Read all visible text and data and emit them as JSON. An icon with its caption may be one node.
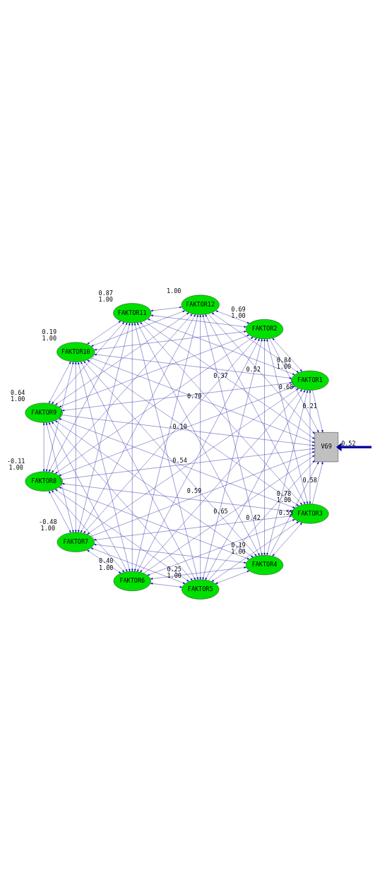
{
  "diagram": {
    "nodes": [
      {
        "text": [
          "FAKTOR1"
        ],
        "beside": [
          "0.84",
          "1.00"
        ]
      },
      {
        "text": [
          "FAKTOR2"
        ],
        "beside": [
          "0.69",
          "1.00"
        ]
      },
      {
        "text": [
          "FAKTOR3"
        ],
        "beside": [
          "0.78",
          "1.00"
        ]
      },
      {
        "text": [
          "FAKTOR4"
        ],
        "beside": [
          "0.19",
          "1.00"
        ]
      },
      {
        "text": [
          "FAKTOR5"
        ],
        "beside": [
          "0.25",
          "1.00"
        ]
      },
      {
        "text": [
          "FAKTOR6"
        ],
        "beside": [
          "0.40",
          "1.00"
        ]
      },
      {
        "text": [
          "FAKTOR7"
        ],
        "beside": [
          "-0.48",
          "1.00"
        ]
      },
      {
        "text": [
          "FAKTOR8"
        ],
        "beside": [
          "-0.11",
          "1.00"
        ]
      },
      {
        "text": [
          "FAKTOR9"
        ],
        "beside": [
          "0.64",
          "1.00"
        ]
      },
      {
        "text": [
          "FAKTOR10"
        ],
        "beside": [
          "0.19",
          "1.00"
        ]
      },
      {
        "text": [
          "FAKTOR11"
        ],
        "beside": [
          "0.87",
          "1.00"
        ]
      },
      {
        "text": [
          "FAKTOR12"
        ],
        "beside": [
          "1.00"
        ]
      },
      {
        "text": [
          "V69"
        ]
      }
    ],
    "edges": [
      {
        "from": null,
        "to": 12,
        "arrow": "to",
        "label": "0.52",
        "style": "thick"
      },
      {
        "from": 0,
        "to": 12,
        "arrow": "to",
        "label": "0.21"
      },
      {
        "from": 1,
        "to": 12,
        "arrow": "to",
        "label": "0.68"
      },
      {
        "from": 2,
        "to": 12,
        "arrow": "to",
        "label": "0.58"
      },
      {
        "from": 3,
        "to": 12,
        "arrow": "to",
        "label": "0.53"
      },
      {
        "from": 4,
        "to": 12,
        "arrow": "to",
        "label": "0.42"
      },
      {
        "from": 5,
        "to": 12,
        "arrow": "to",
        "label": "0.65"
      },
      {
        "from": 6,
        "to": 12,
        "arrow": "to",
        "label": "0.59"
      },
      {
        "from": 7,
        "to": 12,
        "arrow": "to",
        "label": "0.54"
      },
      {
        "from": 8,
        "to": 12,
        "arrow": "to",
        "label": "-0.10"
      },
      {
        "from": 9,
        "to": 12,
        "arrow": "to",
        "label": "0.70"
      },
      {
        "from": 10,
        "to": 12,
        "arrow": "to",
        "label": "0.37"
      },
      {
        "from": 11,
        "to": 12,
        "arrow": "to",
        "label": "0.52"
      },
      {
        "from": 0,
        "to": 1,
        "arrow": "both"
      },
      {
        "from": 0,
        "to": 2,
        "arrow": "both"
      },
      {
        "from": 0,
        "to": 3,
        "arrow": "both"
      },
      {
        "from": 0,
        "to": 4,
        "arrow": "both"
      },
      {
        "from": 0,
        "to": 5,
        "arrow": "both"
      },
      {
        "from": 0,
        "to": 6,
        "arrow": "both"
      },
      {
        "from": 0,
        "to": 7,
        "arrow": "both"
      },
      {
        "from": 0,
        "to": 8,
        "arrow": "both"
      },
      {
        "from": 0,
        "to": 9,
        "arrow": "both"
      },
      {
        "from": 0,
        "to": 10,
        "arrow": "both"
      },
      {
        "from": 0,
        "to": 11,
        "arrow": "both"
      },
      {
        "from": 1,
        "to": 2,
        "arrow": "both"
      },
      {
        "from": 1,
        "to": 3,
        "arrow": "both"
      },
      {
        "from": 1,
        "to": 4,
        "arrow": "both"
      },
      {
        "from": 1,
        "to": 5,
        "arrow": "both"
      },
      {
        "from": 1,
        "to": 6,
        "arrow": "both"
      },
      {
        "from": 1,
        "to": 7,
        "arrow": "both"
      },
      {
        "from": 1,
        "to": 8,
        "arrow": "both"
      },
      {
        "from": 1,
        "to": 9,
        "arrow": "both"
      },
      {
        "from": 1,
        "to": 10,
        "arrow": "both"
      },
      {
        "from": 1,
        "to": 11,
        "arrow": "both"
      },
      {
        "from": 2,
        "to": 3,
        "arrow": "both"
      },
      {
        "from": 2,
        "to": 4,
        "arrow": "both"
      },
      {
        "from": 2,
        "to": 5,
        "arrow": "both"
      },
      {
        "from": 2,
        "to": 6,
        "arrow": "both"
      },
      {
        "from": 2,
        "to": 7,
        "arrow": "both"
      },
      {
        "from": 2,
        "to": 8,
        "arrow": "both"
      },
      {
        "from": 2,
        "to": 9,
        "arrow": "both"
      },
      {
        "from": 2,
        "to": 10,
        "arrow": "both"
      },
      {
        "from": 2,
        "to": 11,
        "arrow": "both"
      },
      {
        "from": 3,
        "to": 4,
        "arrow": "both"
      },
      {
        "from": 3,
        "to": 5,
        "arrow": "both"
      },
      {
        "from": 3,
        "to": 6,
        "arrow": "both"
      },
      {
        "from": 3,
        "to": 7,
        "arrow": "both"
      },
      {
        "from": 3,
        "to": 8,
        "arrow": "both"
      },
      {
        "from": 3,
        "to": 9,
        "arrow": "both"
      },
      {
        "from": 3,
        "to": 10,
        "arrow": "both"
      },
      {
        "from": 3,
        "to": 11,
        "arrow": "both"
      },
      {
        "from": 4,
        "to": 5,
        "arrow": "both"
      },
      {
        "from": 4,
        "to": 6,
        "arrow": "both"
      },
      {
        "from": 4,
        "to": 7,
        "arrow": "both"
      },
      {
        "from": 4,
        "to": 8,
        "arrow": "both"
      },
      {
        "from": 4,
        "to": 9,
        "arrow": "both"
      },
      {
        "from": 4,
        "to": 10,
        "arrow": "both"
      },
      {
        "from": 4,
        "to": 11,
        "arrow": "both"
      },
      {
        "from": 5,
        "to": 6,
        "arrow": "both"
      },
      {
        "from": 5,
        "to": 7,
        "arrow": "both"
      },
      {
        "from": 5,
        "to": 8,
        "arrow": "both"
      },
      {
        "from": 5,
        "to": 9,
        "arrow": "both"
      },
      {
        "from": 5,
        "to": 10,
        "arrow": "both"
      },
      {
        "from": 5,
        "to": 11,
        "arrow": "both"
      },
      {
        "from": 6,
        "to": 7,
        "arrow": "both"
      },
      {
        "from": 6,
        "to": 8,
        "arrow": "both"
      },
      {
        "from": 6,
        "to": 9,
        "arrow": "both"
      },
      {
        "from": 6,
        "to": 10,
        "arrow": "both"
      },
      {
        "from": 6,
        "to": 11,
        "arrow": "both"
      },
      {
        "from": 7,
        "to": 8,
        "arrow": "both"
      },
      {
        "from": 7,
        "to": 9,
        "arrow": "both"
      },
      {
        "from": 7,
        "to": 10,
        "arrow": "both"
      },
      {
        "from": 7,
        "to": 11,
        "arrow": "both"
      },
      {
        "from": 8,
        "to": 9,
        "arrow": "both"
      },
      {
        "from": 8,
        "to": 10,
        "arrow": "both"
      },
      {
        "from": 8,
        "to": 11,
        "arrow": "both"
      },
      {
        "from": 9,
        "to": 10,
        "arrow": "both"
      },
      {
        "from": 9,
        "to": 11,
        "arrow": "both"
      },
      {
        "from": 10,
        "to": 11,
        "arrow": "both"
      }
    ]
  }
}
